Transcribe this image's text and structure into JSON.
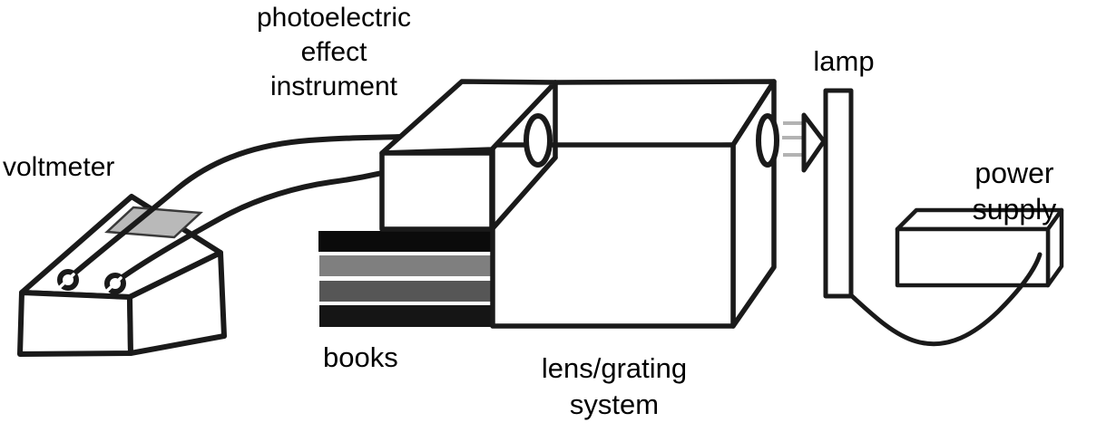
{
  "labels": {
    "photoelectric_instrument": "photoelectric\neffect\ninstrument",
    "voltmeter": "voltmeter",
    "lamp": "lamp",
    "power_supply": "power supply",
    "books": "books",
    "lens_grating": "lens/grating\nsystem"
  },
  "colors": {
    "ink": "#1a1a1a",
    "paper": "#ffffff",
    "ray": "#b3b3b3",
    "display": "#b9b9b9",
    "book1": "#0b0b0b",
    "book2": "#7f7f7f",
    "book3": "#565656",
    "book4": "#151515"
  }
}
